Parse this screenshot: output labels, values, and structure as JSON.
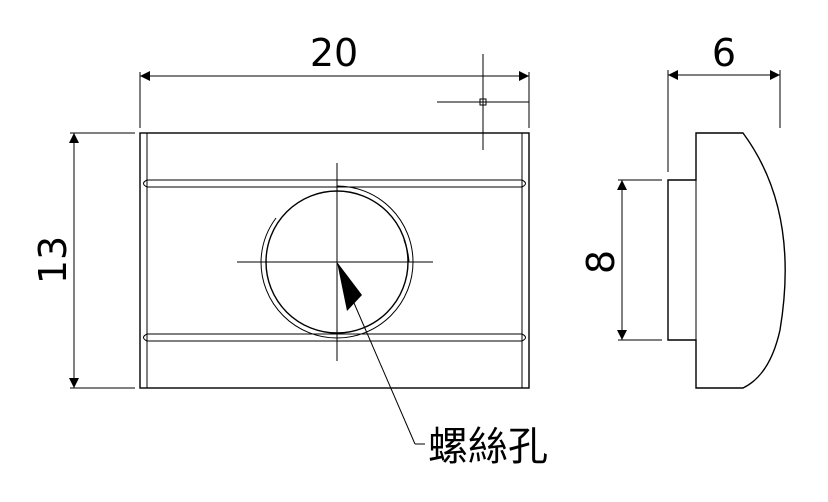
{
  "front_view": {
    "width_dimension": "20",
    "height_dimension": "13"
  },
  "side_view": {
    "thickness_dimension": "6",
    "slot_dimension": "8"
  },
  "callout": {
    "label": "螺絲孔"
  }
}
